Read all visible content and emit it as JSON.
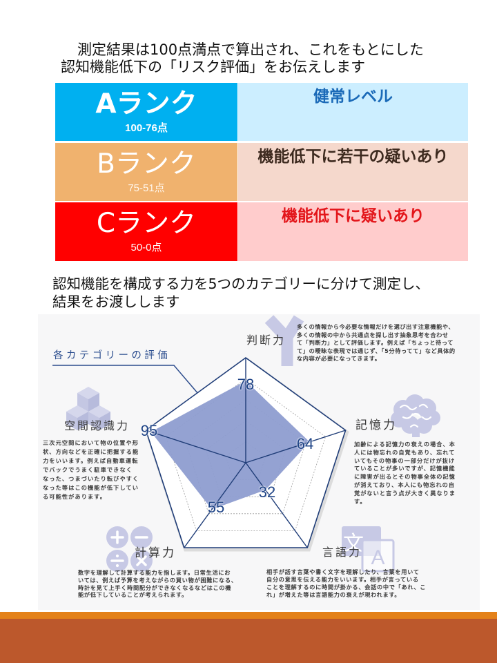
{
  "heading_top": {
    "line1": "測定結果は100点満点で算出され、これをもとにした",
    "line2": "認知機能低下の「リスク評価」をお伝えします"
  },
  "rank_table": {
    "rows": [
      {
        "rank": "Aランク",
        "range": "100-76点",
        "assessment": "健常レベル",
        "rank_bg": "#00B0F0",
        "assessment_bg": "#CCEEFF",
        "assessment_color": "#1B6AB8"
      },
      {
        "rank": "Bランク",
        "range": "75-51点",
        "assessment": "機能低下に若干の疑いあり",
        "rank_bg": "#F0B26E",
        "assessment_bg": "#F5D8CC",
        "assessment_color": "#3D2A1F"
      },
      {
        "rank": "Cランク",
        "range": "50-0点",
        "assessment": "機能低下に疑いあり",
        "rank_bg": "#FF0000",
        "assessment_bg": "#FFCCCC",
        "assessment_color": "#E3151A"
      }
    ]
  },
  "heading_mid": {
    "line1": "認知機能を構成する力を5つのカテゴリーに分けて測定し、",
    "line2": "結果をお渡しします"
  },
  "infographic": {
    "label": "各カテゴリーの評価",
    "categories": [
      {
        "name": "判断力",
        "score": "78",
        "icon": "fork-y-icon",
        "description": [
          "多くの情報から今必要な情報だけを選び出す注意機能や、",
          "多くの情報の中から共通点を探し出す抽象思考を合わせ",
          "て「判断力」として評価します。例えば「ちょっと待って",
          "て」の曖昧な表現では通じず、「5分待ってて」など具体的",
          "な内容が必要になってきます。"
        ]
      },
      {
        "name": "記憶力",
        "score": "64",
        "icon": "brain-icon",
        "description": [
          "加齢による記憶力の衰えの場合、本",
          "人には物忘れの自覚もあり、忘れて",
          "いてもその物事の一部分だけが抜け",
          "ていることが多いですが、記憶機能",
          "に障害が出るとその物事全体の記憶",
          "が消えており、本人にも物忘れの自",
          "覚がないと言う点が大きく異なりま",
          "す。"
        ]
      },
      {
        "name": "言語力",
        "score": "32",
        "icon": "translate-icon",
        "description": [
          "相手が話す言葉や書く文字を理解したり、言葉を用いて",
          "自分の意思を伝える能力をいいます。相手が言っている",
          "ことを理解するのに時間が掛かる、会話の中で「あれ、こ",
          "れ」が増えた等は言語能力の衰えが現われます。"
        ]
      },
      {
        "name": "計算力",
        "score": "55",
        "icon": "math-operators-icon",
        "description": [
          "数字を理解して計算する能力を指します。日常生活にお",
          "いては、例えば予算を考えながらの買い物が困難になる、",
          "時計を見て上手く時間配分ができなくなるなどはこの機",
          "能が低下していることが考えられます。"
        ]
      },
      {
        "name": "空間認識力",
        "score": "95",
        "icon": "cubes-icon",
        "description": [
          "三次元空間において物の位置や形",
          "状、方向などを正確に把握する能",
          "力をいいます。例えば自動車運転",
          "でバックでうまく駐車できなく",
          "なった、つまづいたり転びやすく",
          "なった等はこの機能が低下してい",
          "る可能性があります。"
        ]
      }
    ],
    "icon_glyphs": {
      "translate_back": "文",
      "translate_front": "A"
    }
  },
  "chart_data": {
    "type": "radar",
    "title": "各カテゴリーの評価",
    "categories": [
      "判断力",
      "記憶力",
      "言語力",
      "計算力",
      "空間認識力"
    ],
    "values": [
      78,
      64,
      32,
      55,
      95
    ],
    "rlim": [
      0,
      100
    ],
    "grid": true,
    "grid_levels": [
      20,
      40,
      60,
      80,
      100
    ],
    "legend": "none"
  },
  "colors": {
    "radar_fill": "#8E9DD0",
    "radar_line": "#1F3D78",
    "icon_lavender": "#C7C9E5",
    "footer_stripe": "#E4821A",
    "footer_band": "#BC582C"
  }
}
